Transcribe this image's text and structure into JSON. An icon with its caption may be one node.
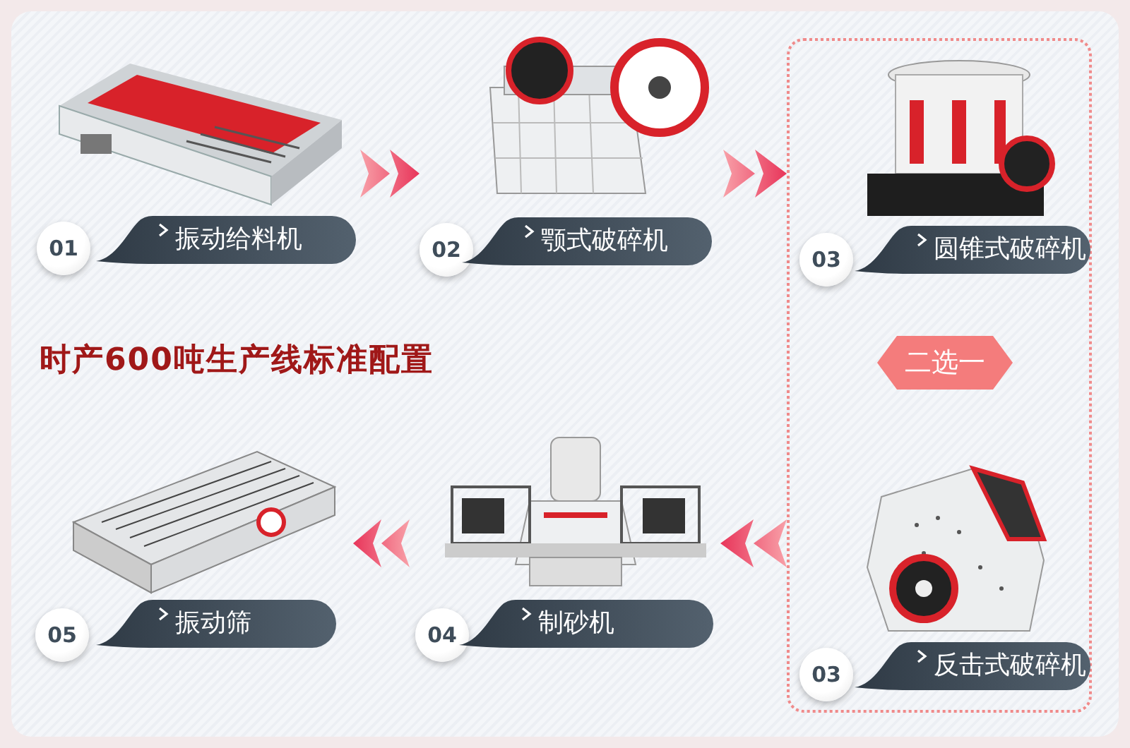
{
  "diagram": {
    "title": "时产600吨生产线标准配置",
    "nodes": [
      {
        "text": [
          "01",
          "振动给料机"
        ]
      },
      {
        "text": [
          "02",
          "颚式破碎机"
        ]
      },
      {
        "text": [],
        "shape": "box"
      },
      {
        "text": [
          "03",
          "圆锥式破碎机"
        ],
        "in": 2
      },
      {
        "text": [
          "二选一"
        ],
        "in": 2
      },
      {
        "text": [
          "03",
          "反击式破碎机"
        ],
        "in": 2
      },
      {
        "text": [
          "04",
          "制砂机"
        ]
      },
      {
        "text": [
          "05",
          "振动筛"
        ]
      }
    ],
    "edges": [
      {
        "from": 0,
        "to": 1,
        "arrow": "to"
      },
      {
        "from": 1,
        "to": 2,
        "arrow": "to"
      },
      {
        "from": 2,
        "to": 6,
        "arrow": "to"
      },
      {
        "from": 6,
        "to": 7,
        "arrow": "to"
      }
    ]
  }
}
